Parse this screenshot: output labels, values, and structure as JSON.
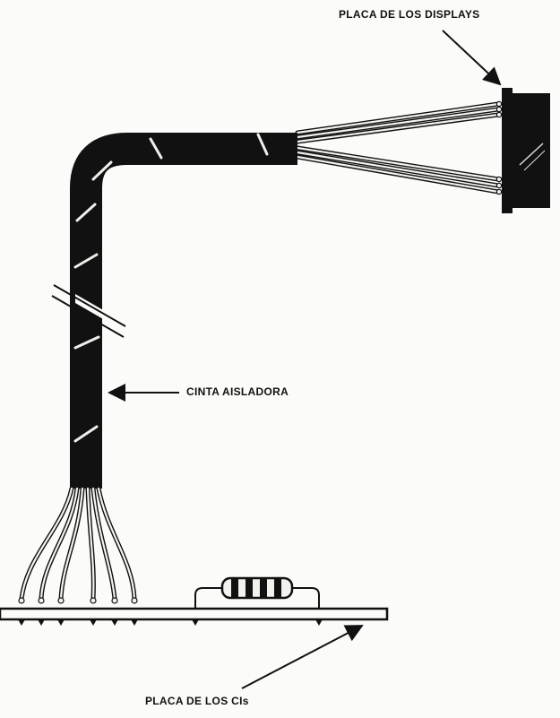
{
  "labels": {
    "display_board": "PLACA DE LOS DISPLAYS",
    "insulating_tape": "CINTA AISLADORA",
    "ic_board": "PLACA DE LOS CIs"
  },
  "colors": {
    "ink": "#111111",
    "paper": "#fbfbf9",
    "wire": "#f2f2ee"
  }
}
